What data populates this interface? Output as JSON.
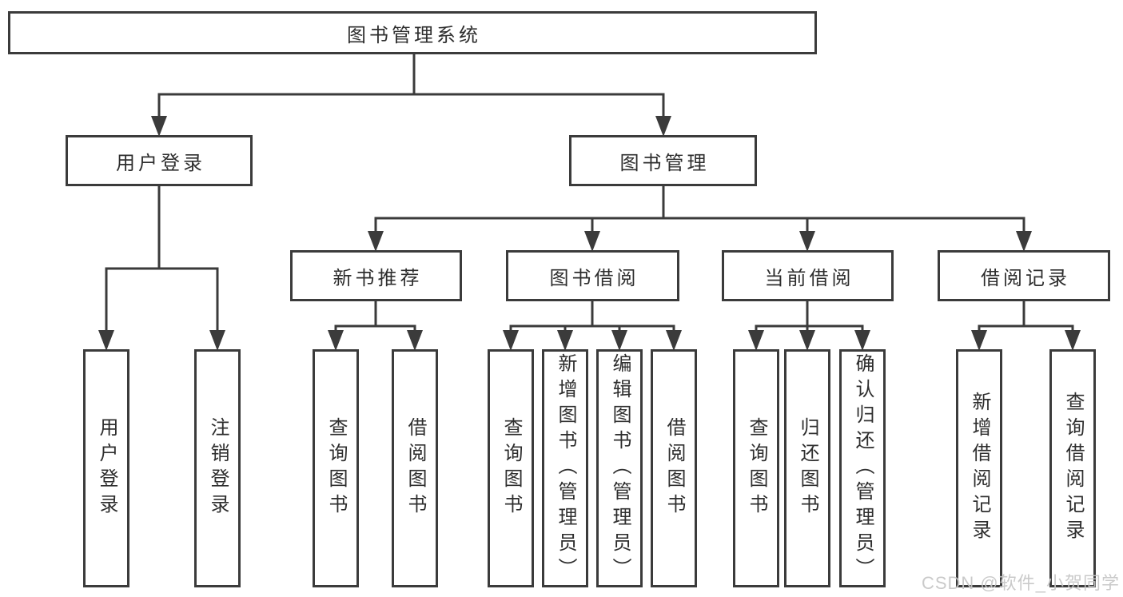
{
  "diagram": {
    "root": {
      "label": "图书管理系统"
    },
    "children": [
      {
        "label": "用户登录",
        "children": [
          {
            "label": "用户登录"
          },
          {
            "label": "注销登录"
          }
        ]
      },
      {
        "label": "图书管理",
        "children": [
          {
            "label": "新书推荐",
            "children": [
              {
                "label": "查询图书"
              },
              {
                "label": "借阅图书"
              }
            ]
          },
          {
            "label": "图书借阅",
            "children": [
              {
                "label": "查询图书"
              },
              {
                "label": "新增图书（管理员）"
              },
              {
                "label": "编辑图书（管理员）"
              },
              {
                "label": "借阅图书"
              }
            ]
          },
          {
            "label": "当前借阅",
            "children": [
              {
                "label": "查询图书"
              },
              {
                "label": "归还图书"
              },
              {
                "label": "确认归还（管理员）"
              }
            ]
          },
          {
            "label": "借阅记录",
            "children": [
              {
                "label": "新增借阅记录"
              },
              {
                "label": "查询借阅记录"
              }
            ]
          }
        ]
      }
    ]
  },
  "watermark": {
    "text": "CSDN @软件_小贺同学"
  },
  "colors": {
    "line": "#3b3b3b",
    "text": "#2e2e2e",
    "box_fill": "#ffffff",
    "background": "#ffffff",
    "watermark": "#c6c6c6"
  }
}
